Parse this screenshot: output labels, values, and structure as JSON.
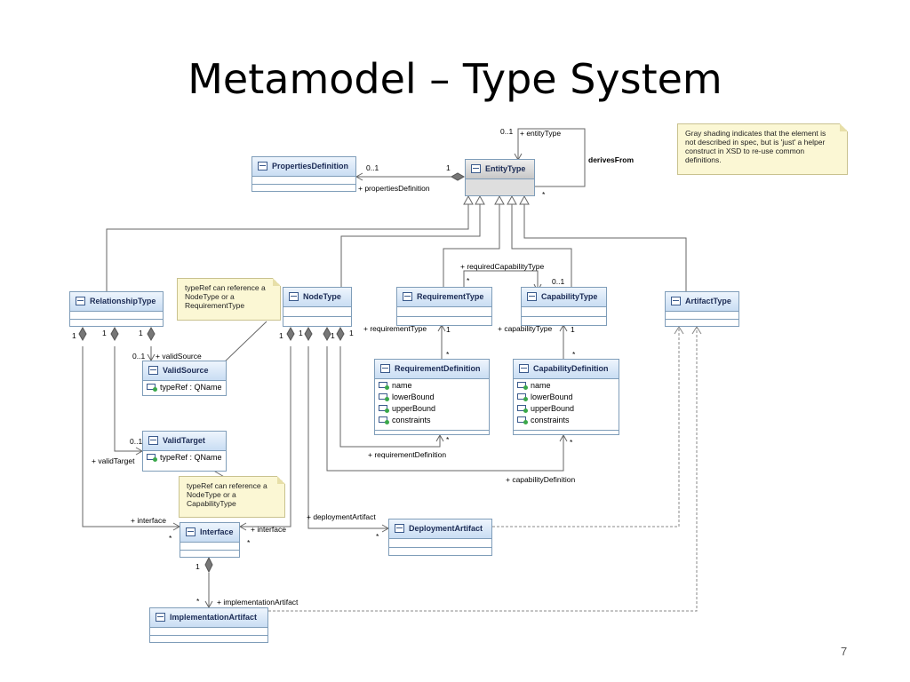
{
  "title": "Metamodel – Type System",
  "page_number": "7",
  "note_gray": "Gray shading indicates that the element is not described in spec, but is 'just' a helper construct in XSD to re-use common definitions.",
  "note_typeref1": "typeRef can reference a NodeType or a RequirementType",
  "note_typeref2": "typeRef can reference a NodeType or a CapabilityType",
  "classes": {
    "entity_type": "EntityType",
    "properties_definition": "PropertiesDefinition",
    "relationship_type": "RelationshipType",
    "node_type": "NodeType",
    "requirement_type": "RequirementType",
    "capability_type": "CapabilityType",
    "artifact_type": "ArtifactType",
    "valid_source": "ValidSource",
    "valid_target": "ValidTarget",
    "requirement_definition": "RequirementDefinition",
    "capability_definition": "CapabilityDefinition",
    "interface": "Interface",
    "deployment_artifact": "DeploymentArtifact",
    "implementation_artifact": "ImplementationArtifact"
  },
  "attributes": {
    "type_ref": "typeRef : QName",
    "def_attrs": [
      "name",
      "lowerBound",
      "upperBound",
      "constraints"
    ]
  },
  "labels": {
    "entity_type_role": "+ entityType",
    "derives_from": "derivesFrom",
    "properties_definition_role": "+ propertiesDefinition",
    "required_capability_type": "+ requiredCapabilityType",
    "requirement_type_role": "+ requirementType",
    "capability_type_role": "+ capabilityType",
    "valid_source_role": "+ validSource",
    "valid_target_role": "+ validTarget",
    "requirement_definition_role": "+ requirementDefinition",
    "capability_definition_role": "+ capabilityDefinition",
    "interface_role": "+ interface",
    "deployment_artifact_role": "+ deploymentArtifact",
    "implementation_artifact_role": "+ implementationArtifact"
  },
  "multiplicities": {
    "zero_one": "0..1",
    "one": "1",
    "many": "*"
  }
}
